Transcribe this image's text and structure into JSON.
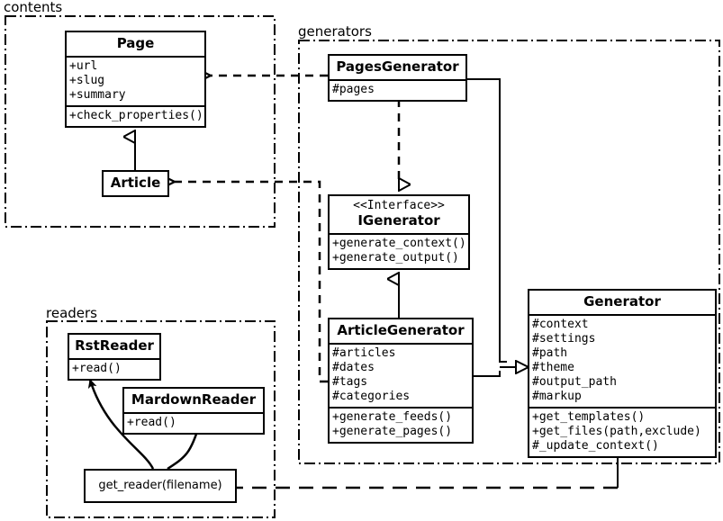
{
  "diagram": {
    "type": "uml-class-diagram",
    "packages": [
      {
        "id": "contents",
        "label": "contents"
      },
      {
        "id": "generators",
        "label": "generators"
      },
      {
        "id": "readers",
        "label": "readers"
      }
    ],
    "classes": [
      {
        "id": "page",
        "name": "Page",
        "stereotype": "",
        "attributes": [
          "+url",
          "+slug",
          "+summary"
        ],
        "methods": [
          "+check_properties()"
        ],
        "package": "contents"
      },
      {
        "id": "article",
        "name": "Article",
        "stereotype": "",
        "attributes": [],
        "methods": [],
        "package": "contents"
      },
      {
        "id": "pages_generator",
        "name": "PagesGenerator",
        "stereotype": "",
        "attributes": [
          "#pages"
        ],
        "methods": [],
        "package": "generators"
      },
      {
        "id": "igenerator",
        "name": "IGenerator",
        "stereotype": "<<Interface>>",
        "attributes": [],
        "methods": [
          "+generate_context()",
          "+generate_output()"
        ],
        "package": "generators"
      },
      {
        "id": "article_generator",
        "name": "ArticleGenerator",
        "stereotype": "",
        "attributes": [
          "#articles",
          "#dates",
          "#tags",
          "#categories"
        ],
        "methods": [
          "+generate_feeds()",
          "+generate_pages()"
        ],
        "package": "generators"
      },
      {
        "id": "generator",
        "name": "Generator",
        "stereotype": "",
        "attributes": [
          "#context",
          "#settings",
          "#path",
          "#theme",
          "#output_path",
          "#markup"
        ],
        "methods": [
          "+get_templates()",
          "+get_files(path,exclude)",
          "#_update_context()"
        ],
        "package": "generators"
      },
      {
        "id": "rst_reader",
        "name": "RstReader",
        "stereotype": "",
        "attributes": [],
        "methods": [
          "+read()"
        ],
        "package": "readers"
      },
      {
        "id": "mardown_reader",
        "name": "MardownReader",
        "stereotype": "",
        "attributes": [],
        "methods": [
          "+read()"
        ],
        "package": "readers"
      }
    ],
    "functions": [
      {
        "id": "get_reader",
        "label": "get_reader(filename)",
        "package": "readers"
      }
    ],
    "relationships": [
      {
        "id": "r1",
        "from": "article",
        "to": "page",
        "kind": "generalization",
        "style": "solid"
      },
      {
        "id": "r2",
        "from": "pages_generator",
        "to": "igenerator",
        "kind": "realization",
        "style": "dashed"
      },
      {
        "id": "r3",
        "from": "article_generator",
        "to": "igenerator",
        "kind": "generalization",
        "style": "solid"
      },
      {
        "id": "r4",
        "from": "pages_generator",
        "to": "generator",
        "kind": "generalization",
        "style": "solid"
      },
      {
        "id": "r5",
        "from": "article_generator",
        "to": "generator",
        "kind": "generalization",
        "style": "solid"
      },
      {
        "id": "r6",
        "from": "pages_generator",
        "to": "page",
        "kind": "dependency",
        "style": "dashed"
      },
      {
        "id": "r7",
        "from": "article_generator",
        "to": "article",
        "kind": "dependency",
        "style": "dashed"
      },
      {
        "id": "r8",
        "from": "generator",
        "to": "get_reader",
        "kind": "dependency",
        "style": "dashed"
      },
      {
        "id": "r9",
        "from": "get_reader",
        "to": "rst_reader",
        "kind": "instantiates",
        "style": "curved"
      },
      {
        "id": "r10",
        "from": "get_reader",
        "to": "mardown_reader",
        "kind": "instantiates",
        "style": "curved"
      }
    ],
    "colors": {
      "stroke": "#000000",
      "fill": "#ffffff",
      "background": "#ffffff"
    }
  }
}
